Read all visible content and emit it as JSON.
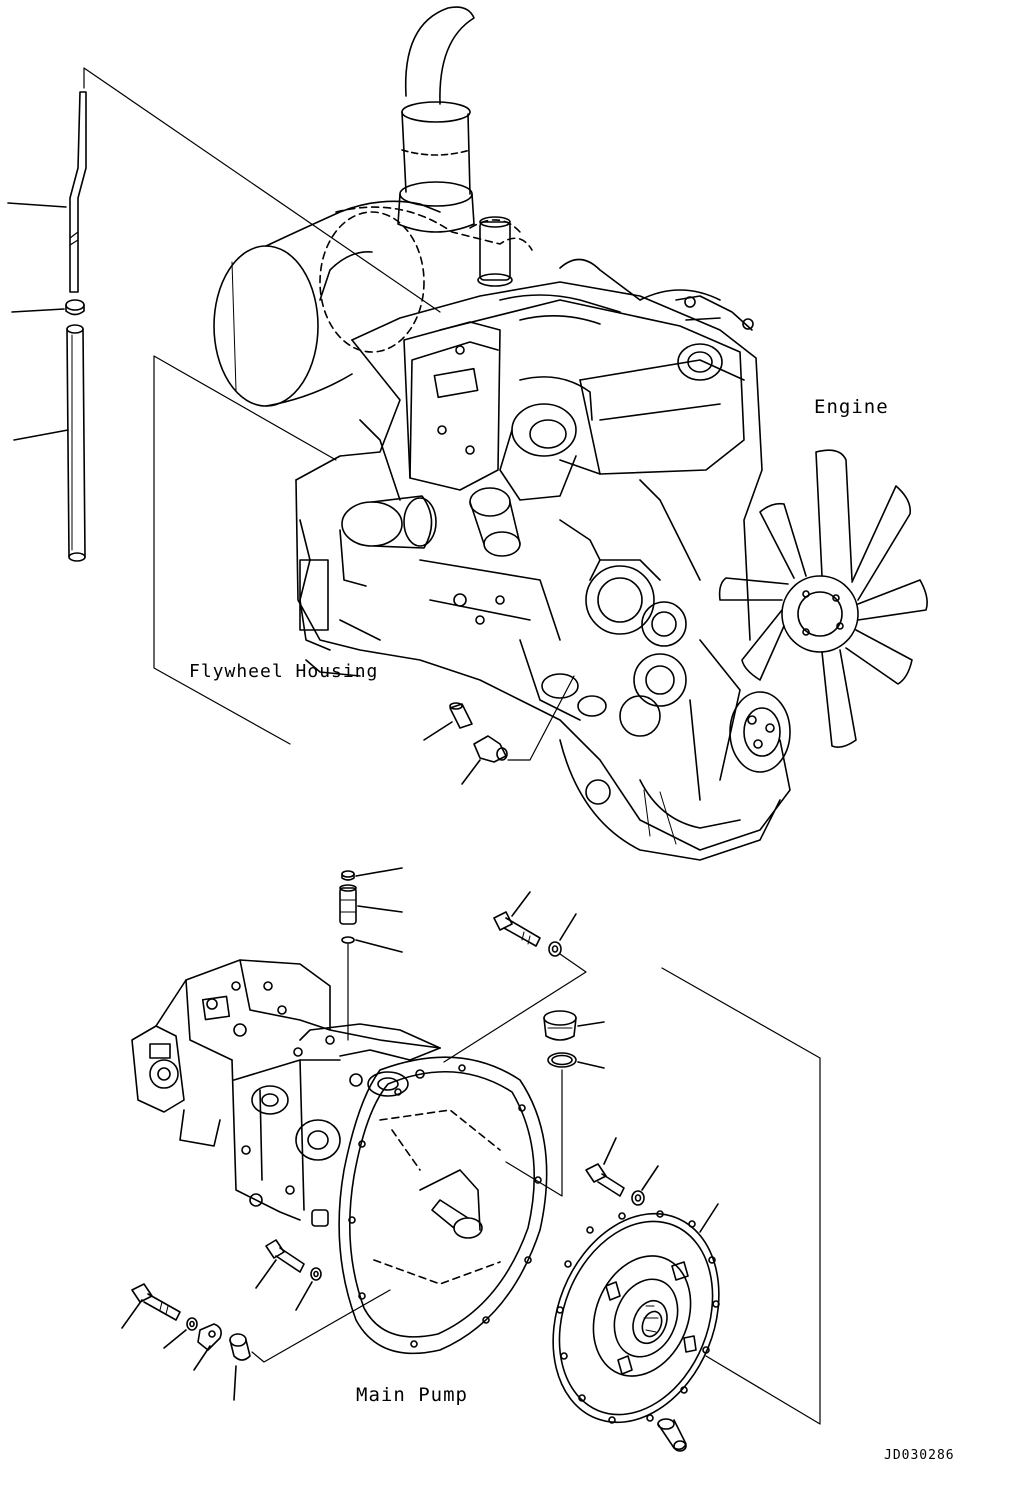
{
  "labels": {
    "engine": "Engine",
    "flywheel_housing": "Flywheel Housing",
    "main_pump": "Main Pump",
    "drawing_code": "JD030286"
  }
}
